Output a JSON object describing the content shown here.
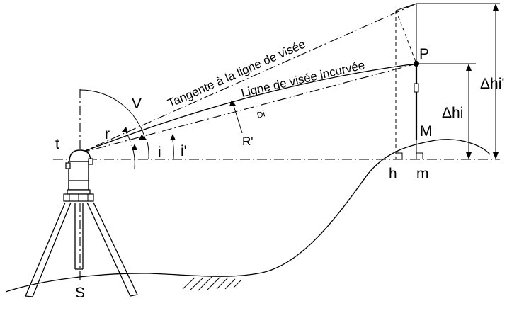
{
  "labels": {
    "tangent": "Tangente à la ligne de visée",
    "curved": "Ligne de visée incurvée",
    "di": "Di",
    "v": "V",
    "r": "r",
    "t": "t",
    "i": "i",
    "i_prime": "i'",
    "r_prime": "R'",
    "p": "P",
    "m_upper": "M",
    "h": "h",
    "m_lower": "m",
    "s": "S",
    "delta_hi": "Δhi",
    "delta_hi_prime": "Δhi'"
  }
}
